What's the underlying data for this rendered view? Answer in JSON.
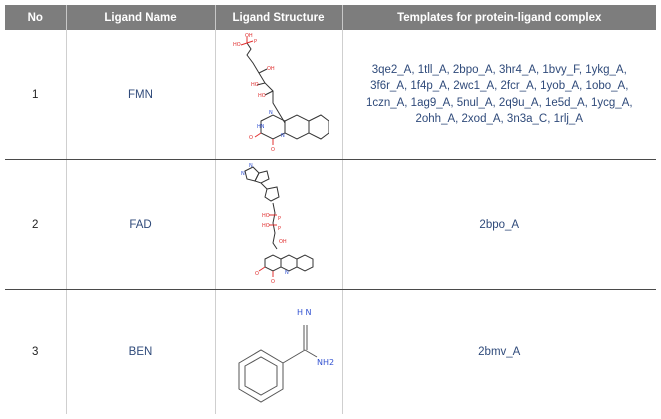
{
  "table": {
    "headers": [
      "No",
      "Ligand Name",
      "Ligand Structure",
      "Templates for protein-ligand complex"
    ],
    "rows": [
      {
        "no": "1",
        "name": "FMN",
        "structure_icon": "fmn-molecule-icon",
        "templates": "3qe2_A, 1tll_A, 2bpo_A, 3hr4_A, 1bvy_F, 1ykg_A, 3f6r_A, 1f4p_A, 2wc1_A, 2fcr_A, 1yob_A, 1obo_A, 1czn_A, 1ag9_A, 5nul_A, 2q9u_A, 1e5d_A, 1ycg_A, 2ohh_A, 2xod_A, 3n3a_C, 1rlj_A"
      },
      {
        "no": "2",
        "name": "FAD",
        "structure_icon": "fad-molecule-icon",
        "templates": "2bpo_A"
      },
      {
        "no": "3",
        "name": "BEN",
        "structure_icon": "benzamidine-molecule-icon",
        "templates": "2bmv_A",
        "structure_labels": {
          "imine": "H N",
          "amine": "NH2"
        }
      }
    ]
  },
  "colors": {
    "header_bg": "#7d7d7d",
    "body_text": "#2f4a7a",
    "oxygen": "#e03030",
    "nitrogen": "#3050d0"
  }
}
